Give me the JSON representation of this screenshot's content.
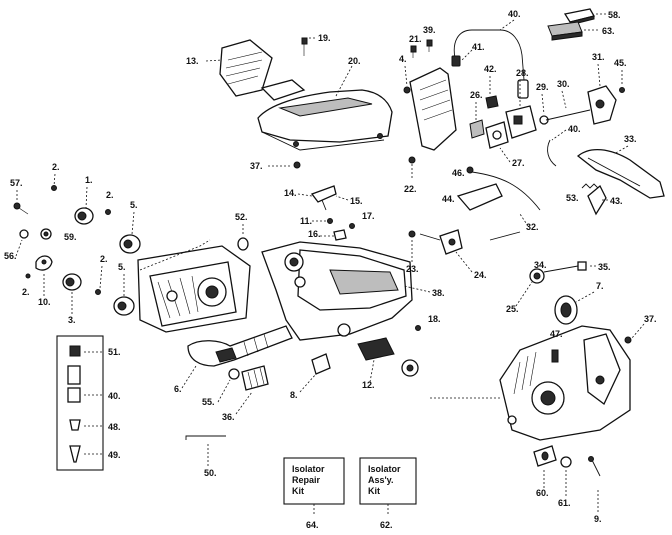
{
  "colors": {
    "ink": "#111111",
    "paper": "#ffffff",
    "shade": "#bdbdbd",
    "dark": "#2a2a2a"
  },
  "callouts": {
    "c58": "58.",
    "c63": "63.",
    "c40a": "40.",
    "c41": "41.",
    "c39": "39.",
    "c21": "21.",
    "c19": "19.",
    "c13": "13.",
    "c20": "20.",
    "c4": "4.",
    "c28": "28.",
    "c42": "42.",
    "c29": "29.",
    "c30": "30.",
    "c31": "31.",
    "c45": "45.",
    "c26": "26.",
    "c40b": "40.",
    "c27": "27.",
    "c33": "33.",
    "c37a": "37.",
    "c22": "22.",
    "c46": "46.",
    "c14": "14.",
    "c15": "15.",
    "c44": "44.",
    "c53": "53.",
    "c43": "43.",
    "c2a": "2.",
    "c57": "57.",
    "c1": "1.",
    "c2b": "2.",
    "c5a": "5.",
    "c59": "59.",
    "c56": "56.",
    "c2c": "2.",
    "c10": "10.",
    "c3": "3.",
    "c2d": "2.",
    "c5b": "5.",
    "c52": "52.",
    "c11": "11.",
    "c17": "17.",
    "c16": "16.",
    "c32": "32.",
    "c23": "23.",
    "c24": "24.",
    "c34": "34.",
    "c35": "35.",
    "c25": "25.",
    "c7": "7.",
    "c38": "38.",
    "c18": "18.",
    "c37b": "37.",
    "c47": "47.",
    "c51": "51.",
    "c40c": "40.",
    "c48": "48.",
    "c49": "49.",
    "c6": "6.",
    "c55": "55.",
    "c36": "36.",
    "c8": "8.",
    "c12": "12.",
    "c9": "9.",
    "c50": "50.",
    "c60": "60.",
    "c61": "61.",
    "c64": "64.",
    "c62": "62."
  },
  "kits": {
    "repair": {
      "line1": "Isolator",
      "line2": "Repair",
      "line3": "Kit"
    },
    "assy": {
      "line1": "Isolator",
      "line2": "Ass'y.",
      "line3": "Kit"
    }
  }
}
